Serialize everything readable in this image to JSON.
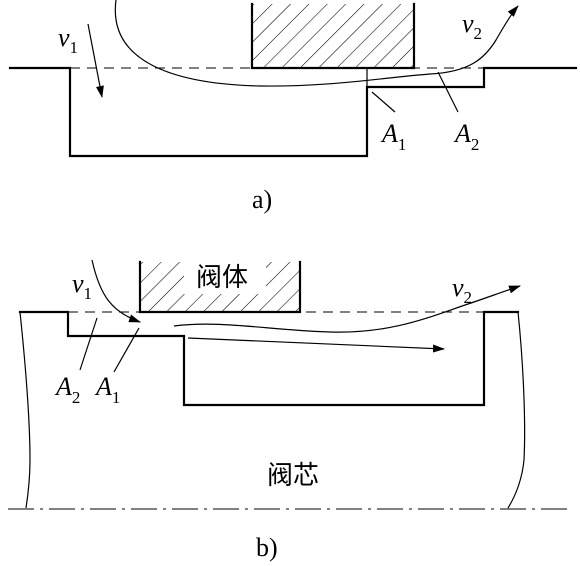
{
  "diagram_a": {
    "caption": "a)",
    "v1": {
      "base": "v",
      "sub": "1"
    },
    "v2": {
      "base": "v",
      "sub": "2"
    },
    "A1": {
      "base": "A",
      "sub": "1"
    },
    "A2": {
      "base": "A",
      "sub": "2"
    }
  },
  "diagram_b": {
    "caption": "b)",
    "valve_body_label": "阀体",
    "valve_core_label": "阀芯",
    "v1": {
      "base": "v",
      "sub": "1"
    },
    "v2": {
      "base": "v",
      "sub": "2"
    },
    "A1": {
      "base": "A",
      "sub": "1"
    },
    "A2": {
      "base": "A",
      "sub": "2"
    }
  },
  "colors": {
    "ink": "#000000",
    "background": "#ffffff"
  }
}
